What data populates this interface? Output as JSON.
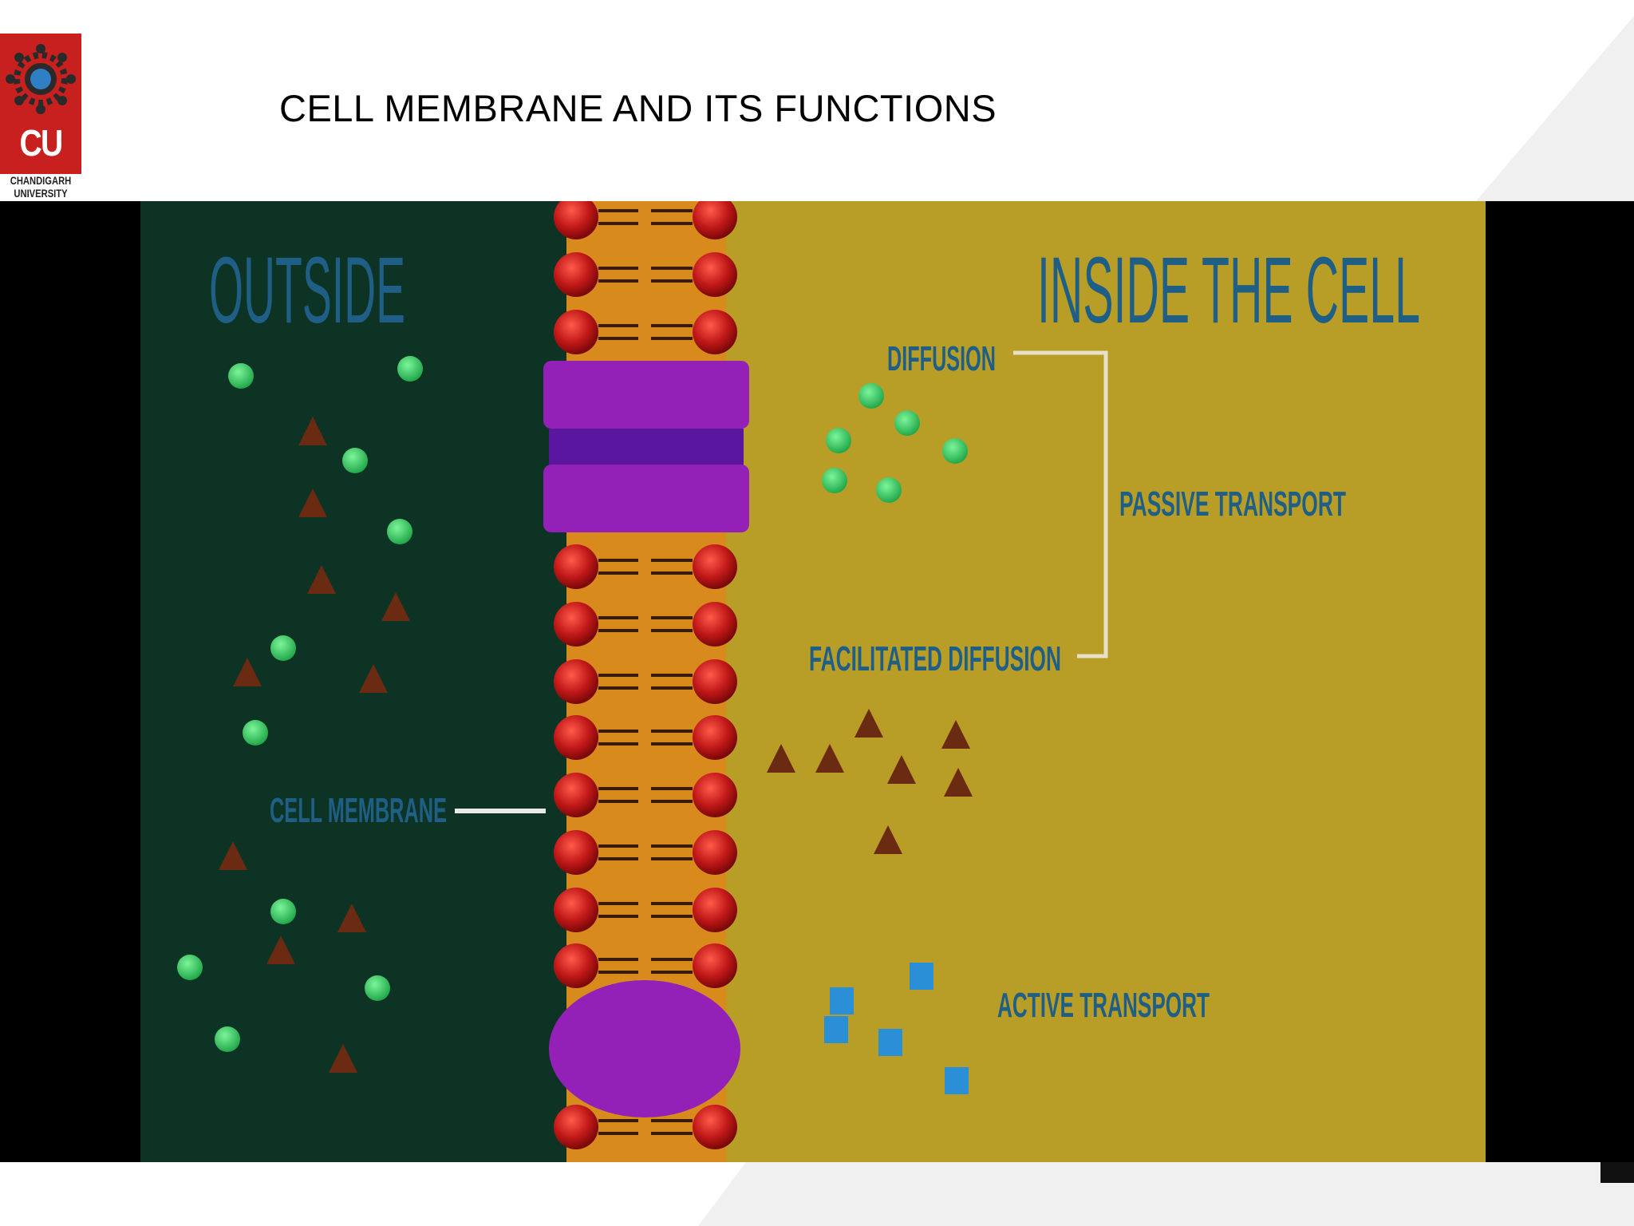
{
  "slide": {
    "title": "CELL MEMBRANE AND ITS FUNCTIONS"
  },
  "logo": {
    "letters": "CU",
    "name_line1": "CHANDIGARH",
    "name_line2": "UNIVERSITY",
    "background_color": "#c8201f"
  },
  "diagram": {
    "outside_label": "OUTSIDE",
    "inside_label": "INSIDE THE CELL",
    "cell_membrane_label": "CELL MEMBRANE",
    "diffusion_label": "DIFFUSION",
    "facilitated_diffusion_label": "FACILITATED  DIFFUSION",
    "passive_transport_label": "PASSIVE  TRANSPORT",
    "active_transport_label": "ACTIVE  TRANSPORT",
    "colors": {
      "outside": "#0d3324",
      "inside": "#b89e26",
      "membrane_core": "#d98a1c",
      "phospholipid_head": "#c01818",
      "protein": "#9321b8",
      "label": "#1f5f86",
      "green_molecule": "#3dd16a",
      "brown_molecule": "#6b2a12",
      "blue_molecule": "#2a8fd6"
    }
  }
}
